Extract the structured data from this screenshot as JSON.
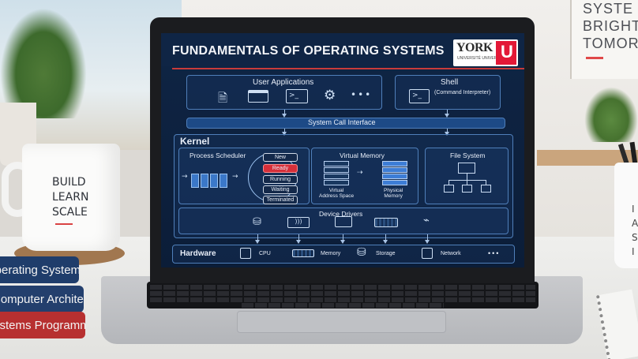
{
  "poster": {
    "lines": "SYSTE\nBRIGHT\nTOMOR"
  },
  "mug": {
    "text": "BUILD\nLEARN\nSCALE"
  },
  "books": [
    "Operating Systems",
    "Computer Architecture",
    "Systems Programming"
  ],
  "cup_right": {
    "text": "I\nA\nS\nI"
  },
  "slide": {
    "title": "FUNDAMENTALS OF OPERATING SYSTEMS",
    "logo": {
      "name": "YORK",
      "subtitle": "UNIVERSITÉ UNIVERSITY",
      "mark": "U"
    },
    "user_apps": {
      "label": "User Applications",
      "icons": [
        "document-icon",
        "window-icon",
        "terminal-icon",
        "gear-icon",
        "more-icon"
      ]
    },
    "shell": {
      "label": "Shell",
      "sublabel": "(Command Interpreter)"
    },
    "syscall": {
      "label": "System Call Interface"
    },
    "kernel": {
      "label": "Kernel"
    },
    "scheduler": {
      "label": "Process Scheduler",
      "states": [
        "New",
        "Ready",
        "Running",
        "Waiting",
        "Terminated"
      ],
      "active_state": "Ready"
    },
    "vmem": {
      "label": "Virtual Memory",
      "virtual": "Virtual\nAddress Space",
      "physical": "Physical\nMemory"
    },
    "fs": {
      "label": "File System"
    },
    "drivers": {
      "label": "Device Drivers",
      "icons": [
        "disk-icon",
        "wifi-icon",
        "monitor-icon",
        "keyboard-icon",
        "usb-icon"
      ]
    },
    "hardware": {
      "label": "Hardware",
      "items": [
        "CPU",
        "Memory",
        "Storage",
        "Network"
      ],
      "more": "•••"
    }
  },
  "colors": {
    "slide_bg": "#0f2545",
    "accent_red": "#d62f3a",
    "line_blue": "#4f7fba"
  }
}
